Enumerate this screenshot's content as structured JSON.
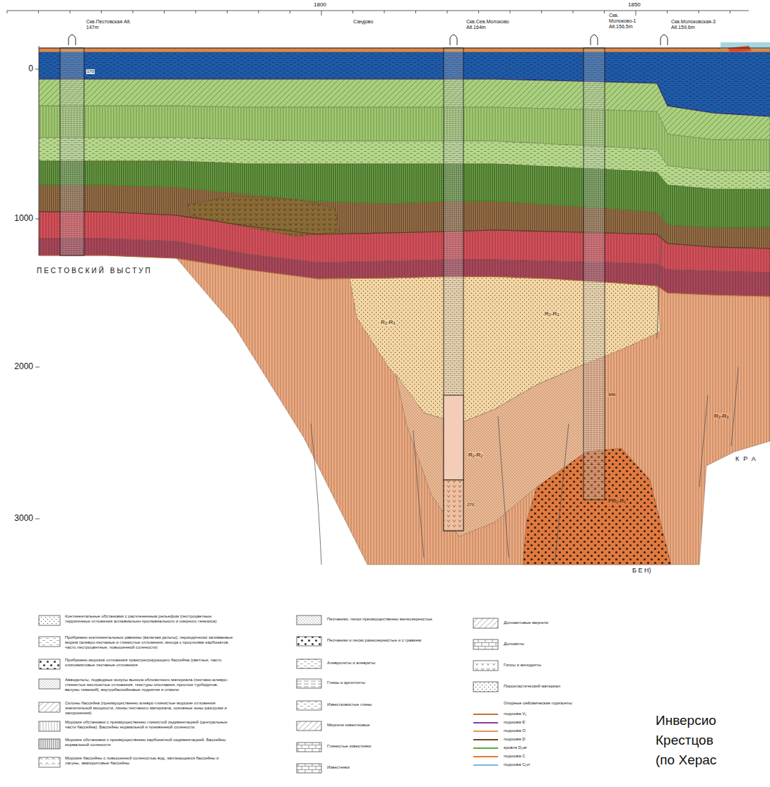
{
  "diagram": {
    "labels": [
      "1800",
      "1850",
      "Сандово",
      "Скв.Пестовская Alt. 147m",
      "Скв.Сев.Молоково Alt.164m",
      "Скв. Молоково-1 Alt.156,5m",
      "Скв.Молоковская-3 Alt.159,6m",
      "0",
      "1000",
      "2000",
      "3000",
      "ПЕСТОВСКИЙ ВЫСТУП",
      "R₂-R₃",
      "R₂-R₃",
      "R₁-R₂",
      "PR₁-R₁",
      "R₂-R₃",
      "170",
      "946",
      "270",
      "КРА",
      "Б Е Н)",
      "Опорные сейсмические горизонты:",
      "Инверсио",
      "Крестцов",
      "(по Херас"
    ],
    "legend": [
      {
        "text": "Континентальные обстановки с расчлененным рельефом (пестроцветные терригенные отложения аллювиально-пролювиального и озерного генезиса)"
      },
      {
        "text": "Прибрежно-континентальные равнины (включая дельты), периодически заливаемые морем (алевро-песчаные и глинистые отложения, иногда с прослоями карбонатов, часто пестроцветные, повышенной солености)"
      },
      {
        "text": "Прибрежно-морские отложения трансгрессирующего бассейна (светлые, часто олигомиктовые песчаные отложения"
      },
      {
        "text": "Авандельты, подводные конусы выноса обломочного материала (песчано-алевро-глинистые неслоистые отложения, текстуры оползания, прослои турбидитов, валуны темений), внутрибассейновые поднятия и отмели"
      },
      {
        "text": "Склоны бассейна (преимущественно алевро-глинистые морские отложения значительной мощности, линзы песчаного материала, основные зоны разгрузки и захоронения)"
      },
      {
        "text": "Морские обстановки с преимущественно глинистой седиментацией (центральные части бассейна). Бассейны нормальной и пониженной солености."
      },
      {
        "text": "Морские обстановки с преимущественно карбонатной седиментацией. Бассейны нормальной солености"
      },
      {
        "text": "Морские бассейны с повышенной соленостью вод, заплюющиеся бассейны и лагуны, эвапоритовые бассейны"
      },
      {
        "text": "Песчаники, пески преимущественно мелкозернистые"
      },
      {
        "text": "Песчаники и пески разнозернистые и с гравием"
      },
      {
        "text": "Алевролиты и алевриты"
      },
      {
        "text": "Глины и аргиллиты"
      },
      {
        "text": "Известковистые глины"
      },
      {
        "text": "Мергели известковые"
      },
      {
        "text": "Глинистые известняки"
      },
      {
        "text": "Известняки"
      },
      {
        "text": "Доломитовые мергели"
      },
      {
        "text": "Доломиты"
      },
      {
        "text": "Гипсы и ангидриты"
      },
      {
        "text": "Пирокластический материал"
      },
      {
        "text": "подошва V₁"
      },
      {
        "text": "подошва Є"
      },
      {
        "text": "подошва O"
      },
      {
        "text": "подошва D"
      },
      {
        "text": "кровля D₂ar"
      },
      {
        "text": "подошва C"
      },
      {
        "text": "подошва C₁vr"
      }
    ]
  }
}
